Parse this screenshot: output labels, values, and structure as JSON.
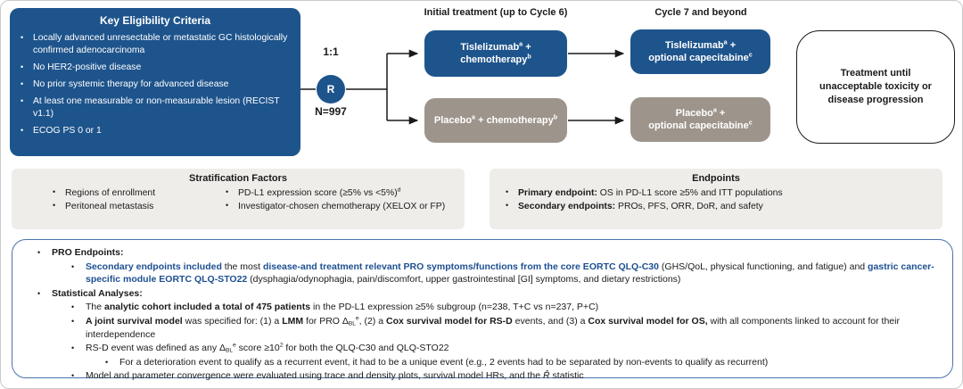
{
  "colors": {
    "primary_blue": "#1e548c",
    "arm_gray": "#9d958c",
    "panel_gray": "#efedea",
    "blue_text": "#1d4f91",
    "box_border_blue": "#4a74ad"
  },
  "eligibility": {
    "title": "Key Eligibility Criteria",
    "items": [
      "Locally advanced unresectable or metastatic GC histologically confirmed adenocarcinoma",
      "No HER2-positive disease",
      "No prior systemic therapy for advanced disease",
      "At least one measurable or non-measurable lesion (RECIST v1.1)",
      "ECOG PS 0 or 1"
    ]
  },
  "randomization": {
    "ratio": "1:1",
    "r": "R",
    "n": "N=997"
  },
  "columns": {
    "initial": "Initial treatment (up to Cycle 6)",
    "cycle7": "Cycle 7 and beyond"
  },
  "arms": {
    "tis_initial": {
      "lines": [
        [
          {
            "t": "Tislelizumab"
          },
          {
            "t": "a",
            "sup": true
          },
          {
            "t": " +"
          }
        ],
        [
          {
            "t": "chemotherapy"
          },
          {
            "t": "b",
            "sup": true
          }
        ]
      ]
    },
    "pbo_initial": {
      "lines": [
        [
          {
            "t": "Placebo"
          },
          {
            "t": "a",
            "sup": true
          },
          {
            "t": " + chemotherapy"
          },
          {
            "t": "b",
            "sup": true
          }
        ]
      ]
    },
    "tis_c7": {
      "lines": [
        [
          {
            "t": "Tislelizumab"
          },
          {
            "t": "a",
            "sup": true
          },
          {
            "t": " +"
          }
        ],
        [
          {
            "t": "optional capecitabine"
          },
          {
            "t": "c",
            "sup": true
          }
        ]
      ]
    },
    "pbo_c7": {
      "lines": [
        [
          {
            "t": "Placebo"
          },
          {
            "t": "a",
            "sup": true
          },
          {
            "t": " +"
          }
        ],
        [
          {
            "t": "optional capecitabine"
          },
          {
            "t": "c",
            "sup": true
          }
        ]
      ]
    }
  },
  "treatment_note": "Treatment until unacceptable toxicity or disease progression",
  "stratification": {
    "title": "Stratification Factors",
    "col1": [
      "Regions of enrollment",
      "Peritoneal metastasis"
    ],
    "col2": [
      [
        {
          "t": "PD-L1 expression score (≥5% vs <5%)"
        },
        {
          "t": "d",
          "sup": true
        }
      ],
      [
        {
          "t": "Investigator-chosen chemotherapy (XELOX or FP)"
        }
      ]
    ]
  },
  "endpoints": {
    "title": "Endpoints",
    "items": [
      [
        {
          "t": "Primary endpoint:",
          "b": true
        },
        {
          "t": " OS in PD-L1 score ≥5% and ITT populations"
        }
      ],
      [
        {
          "t": "Secondary endpoints:",
          "b": true
        },
        {
          "t": " PROs, PFS, ORR, DoR, and safety"
        }
      ]
    ]
  },
  "details": {
    "pro_header": [
      {
        "t": "PRO Endpoints:",
        "b": true
      }
    ],
    "pro_item": [
      {
        "t": "Secondary endpoints included",
        "b": true,
        "c": "blue_text"
      },
      {
        "t": " the most "
      },
      {
        "t": "disease-and treatment relevant PRO symptoms/functions from the core EORTC QLQ-C30",
        "b": true,
        "c": "blue_text"
      },
      {
        "t": " (GHS/QoL, physical functioning, and fatigue) and "
      },
      {
        "t": "gastric cancer-specific module EORTC QLQ-STO22",
        "b": true,
        "c": "blue_text"
      },
      {
        "t": " (dysphagia/odynophagia, pain/discomfort, upper gastrointestinal [GI] symptoms, and dietary restrictions)"
      }
    ],
    "stats_header": [
      {
        "t": "Statistical Analyses:",
        "b": true
      }
    ],
    "stats": [
      [
        {
          "t": "The "
        },
        {
          "t": "analytic cohort included a total of 475 patients",
          "b": true
        },
        {
          "t": " in the PD-L1 expression ≥5% subgroup (n=238, T+C vs n=237, P+C)"
        }
      ],
      [
        {
          "t": "A joint survival model",
          "b": true
        },
        {
          "t": " was specified for: (1) a "
        },
        {
          "t": "LMM",
          "b": true
        },
        {
          "t": " for PRO Δ"
        },
        {
          "t": "BL",
          "sub": true
        },
        {
          "t": "e",
          "sup": true
        },
        {
          "t": ", (2) a "
        },
        {
          "t": "Cox survival model for RS-D",
          "b": true
        },
        {
          "t": " events, and (3) a "
        },
        {
          "t": "Cox survival model for OS,",
          "b": true
        },
        {
          "t": " with all components linked to account for their interdependence"
        }
      ],
      [
        {
          "t": "RS-D event was defined as any Δ"
        },
        {
          "t": "BL",
          "sub": true
        },
        {
          "t": "e",
          "sup": true
        },
        {
          "t": " score ≥10"
        },
        {
          "t": "2",
          "sup": true
        },
        {
          "t": " for both the QLQ-C30 and QLQ-STO22"
        }
      ],
      [
        {
          "t": "Model and parameter convergence were evaluated using trace and density plots, survival model HRs, and the "
        },
        {
          "t": "R̂",
          "i": true
        },
        {
          "t": " statistic"
        }
      ]
    ],
    "stats_sub": [
      {
        "t": "For a deterioration event to qualify as a recurrent event, it had to be a unique event (e.g., 2 events had to be separated by non-events to qualify as recurrent)"
      }
    ]
  }
}
